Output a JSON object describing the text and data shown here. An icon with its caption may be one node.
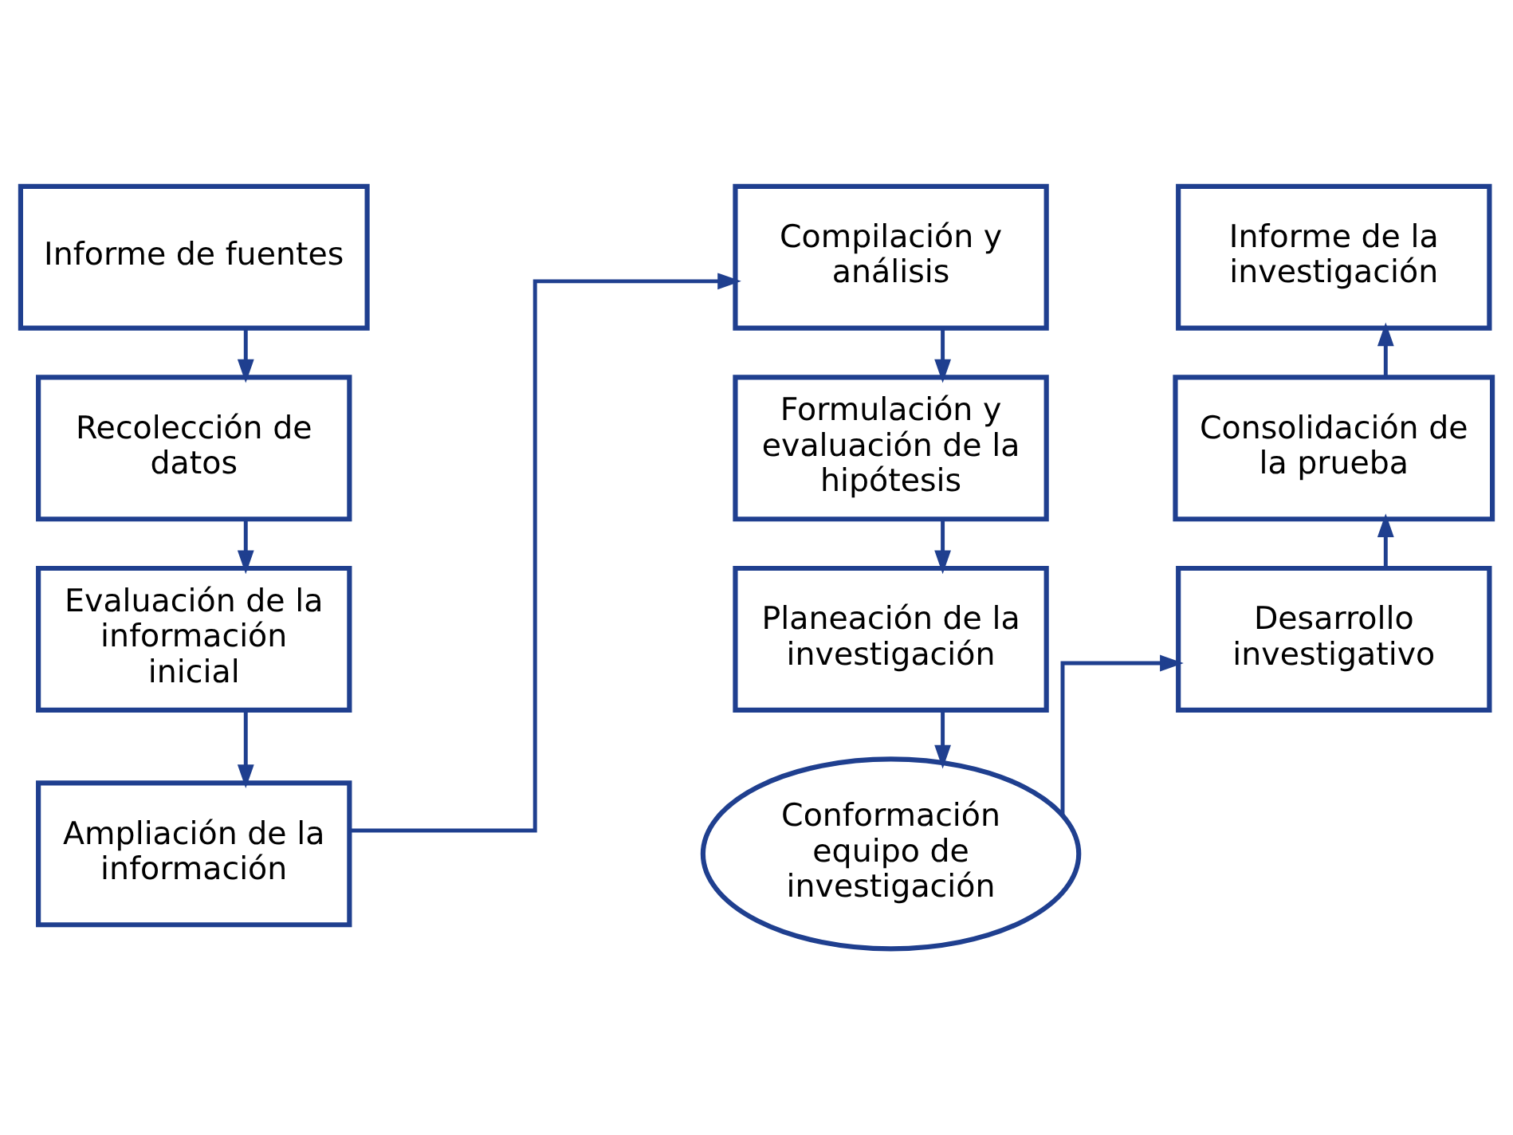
{
  "diagram": {
    "nodes": [
      {
        "text": [
          "Informe de fuentes"
        ]
      },
      {
        "text": [
          "Recolección de datos"
        ]
      },
      {
        "text": [
          "Evaluación de la información inicial"
        ]
      },
      {
        "text": [
          "Ampliación de la información"
        ]
      },
      {
        "text": [
          "Compilación y análisis"
        ]
      },
      {
        "text": [
          "Formulación y evaluación de la hipótesis"
        ]
      },
      {
        "text": [
          "Planeación de la investigación"
        ]
      },
      {
        "text": [
          "Conformación equipo de investigación"
        ]
      },
      {
        "text": [
          "Informe de la investigación"
        ]
      },
      {
        "text": [
          "Consolidación de la prueba"
        ]
      },
      {
        "text": [
          "Desarrollo investigativo"
        ]
      }
    ],
    "edges": [
      {
        "from": 0,
        "to": 1,
        "arrow": "to"
      },
      {
        "from": 1,
        "to": 2,
        "arrow": "to"
      },
      {
        "from": 2,
        "to": 3,
        "arrow": "to"
      },
      {
        "from": 3,
        "to": 4,
        "arrow": "to"
      },
      {
        "from": 4,
        "to": 5,
        "arrow": "to"
      },
      {
        "from": 5,
        "to": 6,
        "arrow": "to"
      },
      {
        "from": 6,
        "to": 7,
        "arrow": "to"
      },
      {
        "from": 7,
        "to": 10,
        "arrow": "to"
      },
      {
        "from": 10,
        "to": 9,
        "arrow": "to"
      },
      {
        "from": 9,
        "to": 8,
        "arrow": "to"
      }
    ]
  }
}
